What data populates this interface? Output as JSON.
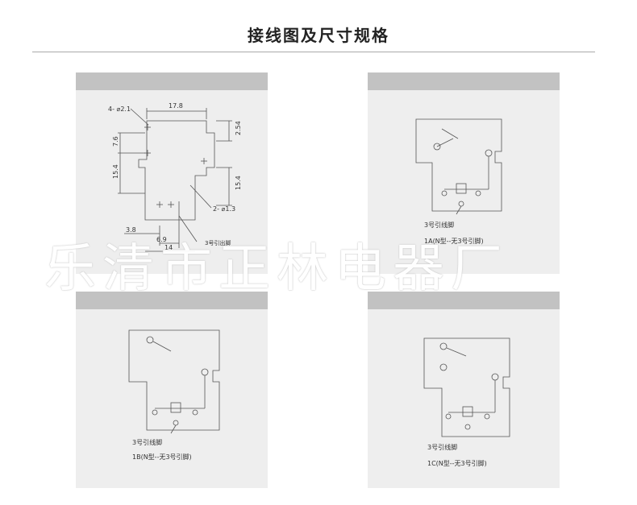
{
  "header": {
    "title": "接线图及尺寸规格"
  },
  "dimension_panel": {
    "d_hole": "4- ⌀2.1",
    "d_width": "17.8",
    "d_7_6": "7.6",
    "d_15_4_left": "15.4",
    "d_2_54": "2.54",
    "d_15_4_right": "15.4",
    "d_pin": "2- ⌀1.3",
    "d_3_8": "3.8",
    "d_6_9": "6.9",
    "d_14": "14",
    "d_pin3": "3号引出脚"
  },
  "panel_1a": {
    "pin_label": "3号引线脚",
    "caption": "1A(N型--无3号引脚)"
  },
  "panel_1b": {
    "pin_label": "3号引线脚",
    "caption": "1B(N型--无3号引脚)"
  },
  "panel_1c": {
    "pin_label": "3号引线脚",
    "caption": "1C(N型--无3号引脚)"
  },
  "watermark": {
    "text": "乐清市正林电器厂"
  }
}
